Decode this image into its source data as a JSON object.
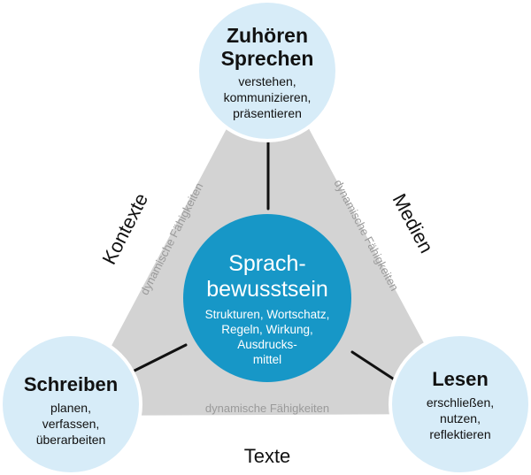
{
  "top": {
    "title_lines": [
      "Zuhören",
      "Sprechen"
    ],
    "sub_lines": [
      "verstehen,",
      "kommunizieren,",
      "präsentieren"
    ]
  },
  "left": {
    "title_lines": [
      "Schreiben"
    ],
    "sub_lines": [
      "planen,",
      "verfassen,",
      "überarbeiten"
    ]
  },
  "right": {
    "title_lines": [
      "Lesen"
    ],
    "sub_lines": [
      "erschließen,",
      "nutzen,",
      "reflektieren"
    ]
  },
  "center": {
    "title_lines": [
      "Sprach-",
      "bewusstsein"
    ],
    "sub_lines": [
      "Strukturen, Wortschatz,",
      "Regeln, Wirkung,",
      "Ausdrucks-",
      "mittel"
    ]
  },
  "sides": {
    "left": "Kontexte",
    "right": "Medien",
    "bottom": "Texte"
  },
  "dynamic": {
    "left": "dynamische Fähigkeiten",
    "right": "dynamische Fähigkeiten",
    "bottom": "dynamische Fähigkeiten"
  },
  "colors": {
    "center": "#1797c7",
    "outer": "#d7ecf8",
    "triangle": "#d3d3d3",
    "dynamic_text": "#9a9a9a"
  }
}
